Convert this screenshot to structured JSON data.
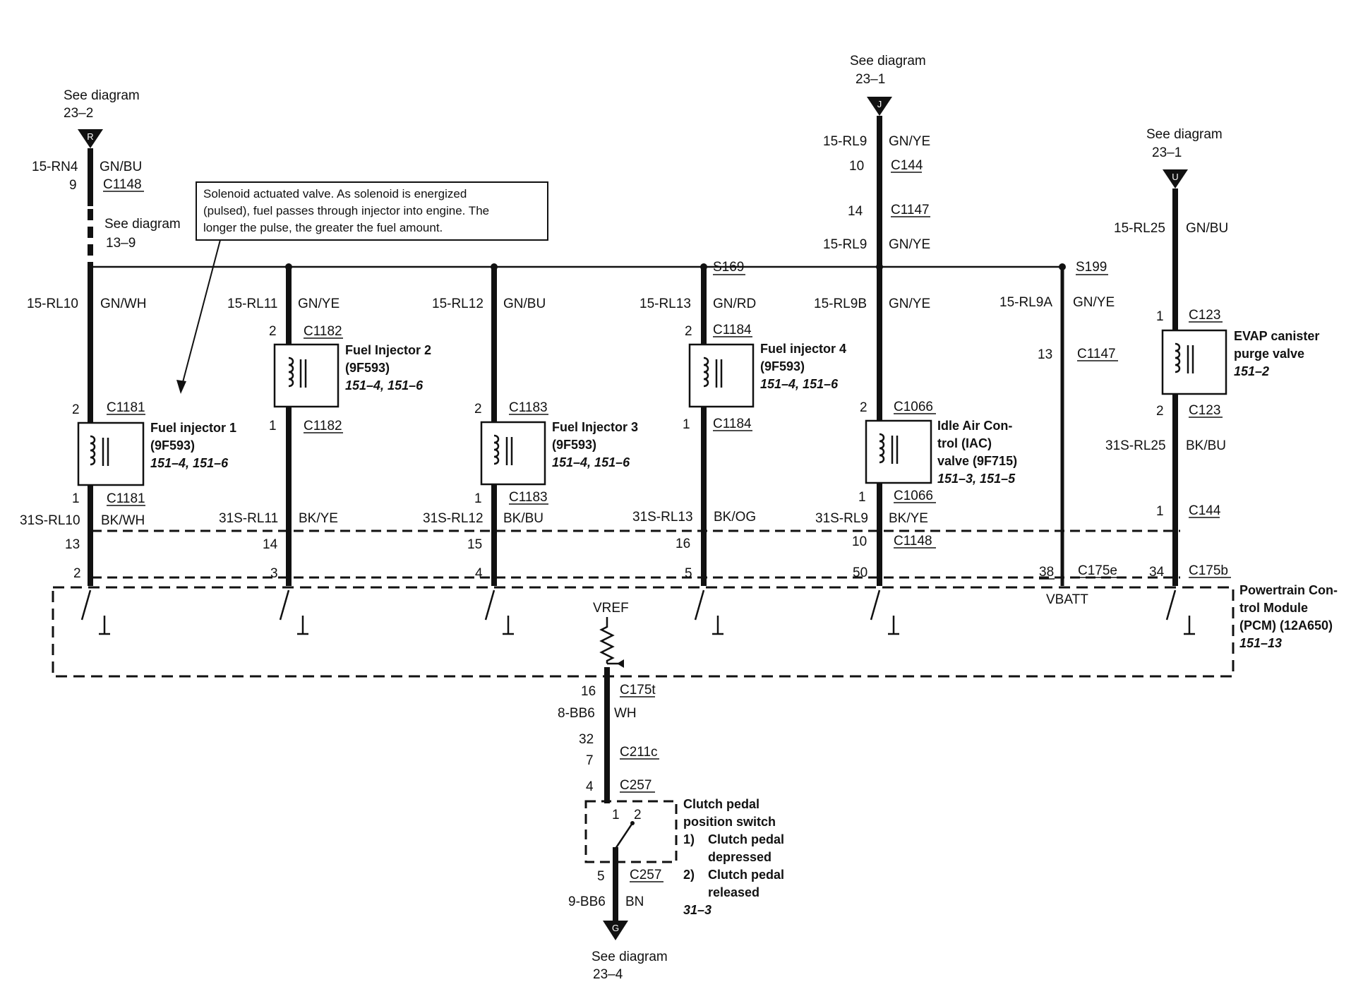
{
  "note": {
    "line1": "Solenoid actuated valve. As solenoid is energized",
    "line2": "(pulsed), fuel passes through injector into engine. The",
    "line3": "longer the pulse, the greater the fuel amount."
  },
  "refs": {
    "r": {
      "letter": "R",
      "see": "See diagram",
      "num": "23–2"
    },
    "j": {
      "letter": "J",
      "see": "See diagram",
      "num": "23–1"
    },
    "u": {
      "letter": "U",
      "see": "See diagram",
      "num": "23–1"
    },
    "g": {
      "letter": "G",
      "see": "See diagram",
      "num": "23–4"
    },
    "mid": {
      "see": "See diagram",
      "num": "13–9"
    }
  },
  "splices": {
    "s169": "S169",
    "s199": "S199"
  },
  "col1": {
    "top_circuit": "15-RN4",
    "top_color": "GN/BU",
    "top_pin": "9",
    "top_conn": "C1148",
    "circuit": "15-RL10",
    "color": "GN/WH",
    "pin_a": "2",
    "conn_a": "C1181",
    "pin_b": "1",
    "conn_b": "C1181",
    "name": "Fuel injector 1",
    "part": "(9F593)",
    "ref": "151–4, 151–6",
    "gnd_circuit": "31S-RL10",
    "gnd_color": "BK/WH",
    "c1148_pin": "13",
    "pcm_pin": "2"
  },
  "col2": {
    "circuit": "15-RL11",
    "color": "GN/YE",
    "pin_a": "2",
    "conn_a": "C1182",
    "pin_b": "1",
    "conn_b": "C1182",
    "name": "Fuel Injector 2",
    "part": "(9F593)",
    "ref": "151–4, 151–6",
    "gnd_circuit": "31S-RL11",
    "gnd_color": "BK/YE",
    "c1148_pin": "14",
    "pcm_pin": "3"
  },
  "col3": {
    "circuit": "15-RL12",
    "color": "GN/BU",
    "pin_a": "2",
    "conn_a": "C1183",
    "pin_b": "1",
    "conn_b": "C1183",
    "name": "Fuel Injector 3",
    "part": "(9F593)",
    "ref": "151–4, 151–6",
    "gnd_circuit": "31S-RL12",
    "gnd_color": "BK/BU",
    "c1148_pin": "15",
    "pcm_pin": "4"
  },
  "col4": {
    "circuit": "15-RL13",
    "color": "GN/RD",
    "pin_a": "2",
    "conn_a": "C1184",
    "pin_b": "1",
    "conn_b": "C1184",
    "name": "Fuel injector 4",
    "part": "(9F593)",
    "ref": "151–4, 151–6",
    "gnd_circuit": "31S-RL13",
    "gnd_color": "BK/OG",
    "c1148_pin": "16",
    "pcm_pin": "5"
  },
  "col5": {
    "top_circuit": "15-RL9",
    "top_color": "GN/YE",
    "top_pin": "10",
    "top_conn": "C144",
    "mid_pin": "14",
    "mid_conn": "C1147",
    "mid_circuit": "15-RL9",
    "mid_color": "GN/YE",
    "circuit": "15-RL9B",
    "color": "GN/YE",
    "pin_a": "2",
    "conn_a": "C1066",
    "pin_b": "1",
    "conn_b": "C1066",
    "name1": "Idle Air Con-",
    "name2": "trol (IAC)",
    "name3": "valve (9F715)",
    "ref": "151–3, 151–5",
    "gnd_circuit": "31S-RL9",
    "gnd_color": "BK/YE",
    "c1148_pin": "10",
    "c1148_conn": "C1148",
    "pcm_pin": "50"
  },
  "col6": {
    "circuit": "15-RL9A",
    "color": "GN/YE",
    "pin": "13",
    "conn": "C1147",
    "pcm_pin": "38",
    "pcm_conn": "C175e",
    "vbatt": "VBATT"
  },
  "col7": {
    "circuit": "15-RL25",
    "color": "GN/BU",
    "pin_a": "1",
    "conn_a": "C123",
    "pin_b": "2",
    "conn_b": "C123",
    "name1": "EVAP canister",
    "name2": "purge valve",
    "ref": "151–2",
    "gnd_circuit": "31S-RL25",
    "gnd_color": "BK/BU",
    "pin_c": "1",
    "conn_c": "C144",
    "pcm_pin": "34",
    "pcm_conn": "C175b"
  },
  "pcm": {
    "name1": "Powertrain Con-",
    "name2": "trol Module",
    "name3": "(PCM) (12A650)",
    "ref": "151–13",
    "vref": "VREF"
  },
  "clutch": {
    "pin1": "16",
    "conn1": "C175t",
    "circuit": "8-BB6",
    "color": "WH",
    "pin2": "32",
    "pin3": "7",
    "conn3": "C211c",
    "pin4": "4",
    "conn4": "C257",
    "sw_pos1": "1",
    "sw_pos2": "2",
    "name1": "Clutch pedal",
    "name2": "position switch",
    "opt1_num": "1)",
    "opt1_a": "Clutch pedal",
    "opt1_b": "depressed",
    "opt2_num": "2)",
    "opt2_a": "Clutch pedal",
    "opt2_b": "released",
    "ref": "31–3",
    "pin5": "5",
    "conn5": "C257",
    "out_circuit": "9-BB6",
    "out_color": "BN"
  }
}
